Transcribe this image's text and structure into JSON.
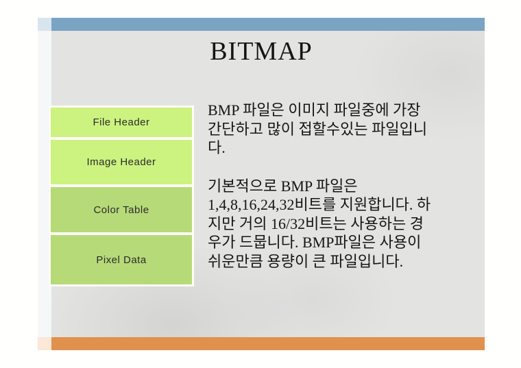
{
  "slide": {
    "title": "BITMAP",
    "diagram": {
      "boxes": [
        {
          "label": "File Header",
          "variant": "light"
        },
        {
          "label": "Image Header",
          "variant": "light"
        },
        {
          "label": "Color Table",
          "variant": "dark"
        },
        {
          "label": "Pixel Data",
          "variant": "dark"
        }
      ]
    },
    "body": {
      "paragraph1": "BMP 파일은 이미지 파일중에 가장\n간단하고 많이 접할수있는 파일입니\n다.",
      "paragraph2": "기본적으로 BMP 파일은\n1,4,8,16,24,32비트를 지원합니다. 하\n지만 거의 16/32비트는 사용하는 경\n우가 드뭅니다. BMP파일은 사용이\n쉬운만큼 용량이 큰 파일입니다."
    },
    "colors": {
      "top_bar": "#7aa4c1",
      "bottom_bar": "#e0914d",
      "slide_bg": "#e3e3e2",
      "strip_top": "#d8e5ef",
      "strip_body": "#f6f7f9",
      "strip_bottom": "#fbe8d9",
      "box_green_light": "#ccf280",
      "box_green_dark": "#b6da78",
      "box_frame": "#fffef8"
    }
  }
}
